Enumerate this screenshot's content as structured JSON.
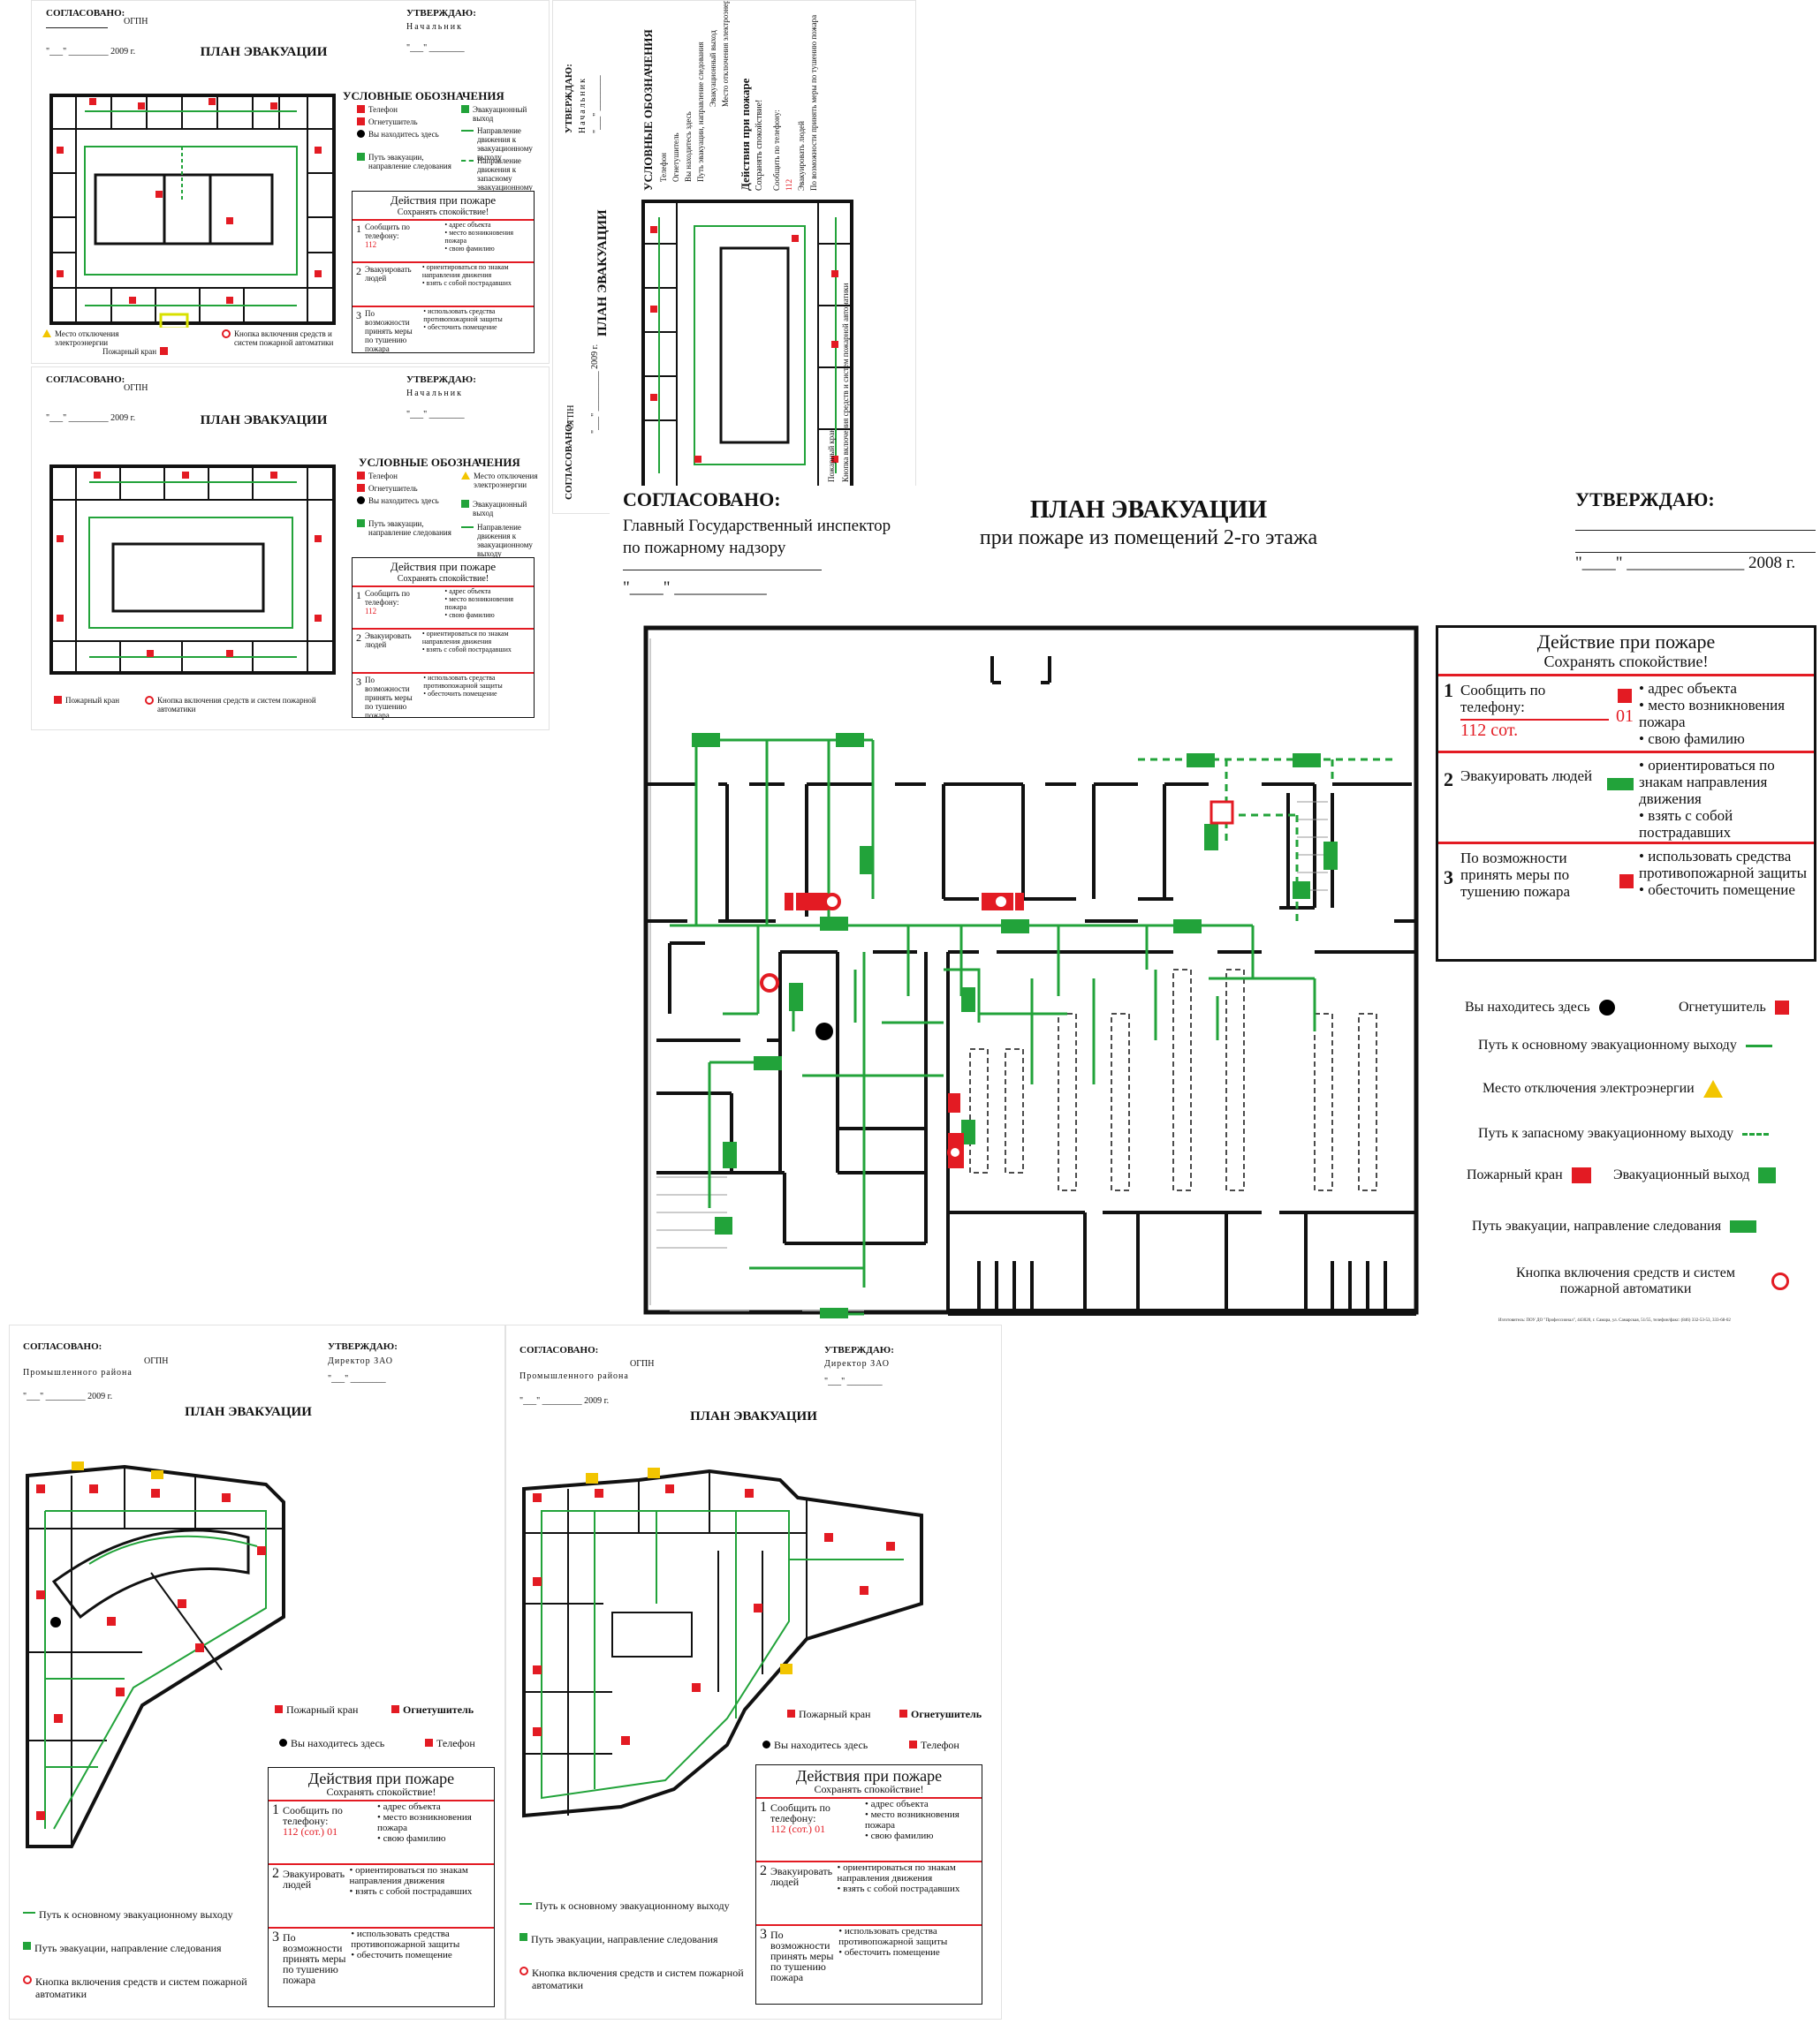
{
  "common": {
    "soglasovano": "СОГЛАСОВАНО:",
    "utverzhdayu": "УТВЕРЖДАЮ:",
    "ogpn": "ОГПН",
    "nachalnik": "Начальник",
    "date_2009": "\"___\" _________ 2009 г.",
    "date_short": "\"___\" ________",
    "plan_title": "ПЛАН ЭВАКУАЦИИ",
    "legend_title": "УСЛОВНЫЕ ОБОЗНАЧЕНИЯ",
    "prom_raiona": "Промышленного района",
    "director": "Директор ЗАО"
  },
  "legend": {
    "telefon": "Телефон",
    "ognetushitel": "Огнетушитель",
    "vy_zdes": "Вы находитесь здесь",
    "put_evak": "Путь эвакуации, направление следования",
    "evak_vyhod": "Эвакуационный выход",
    "napr_osn": "Направление движения к эвакуационному выходу",
    "napr_zap": "Направление движения к запасному эвакуационному выходу",
    "mesto_otkl": "Место отключения электроэнергии",
    "pozh_kran": "Пожарный кран",
    "knopka": "Кнопка включения средств и систем пожарной автоматики"
  },
  "actions": {
    "title": "Действия при пожаре",
    "subtitle": "Сохранять спокойствие!",
    "r1_num": "1",
    "r1_text": "Сообщить по телефону:",
    "r1_phone": "112",
    "r1_b1": "адрес объекта",
    "r1_b2": "место возникновения пожара",
    "r1_b3": "свою фамилию",
    "r2_num": "2",
    "r2_text": "Эвакуировать людей",
    "r2_b1": "ориентироваться по знакам направления движения",
    "r2_b2": "взять с собой пострадавших",
    "r3_num": "3",
    "r3_text": "По возможности принять меры по тушению пожара",
    "r3_b1": "использовать средства противопожарной защиты",
    "r3_b2": "обесточить помещение"
  },
  "big": {
    "soglasovano": "СОГЛАСОВАНО:",
    "inspektor": "Главный Государственный инспектор",
    "nadzor": "по пожарному надзору",
    "date_sign": "\"____\" ___________",
    "title": "ПЛАН ЭВАКУАЦИИ",
    "subtitle": "при пожаре из помещений 2-го этажа",
    "utverzhdayu": "УТВЕРЖДАЮ:",
    "date_2008": "\"____\" ______________ 2008 г.",
    "act_title": "Действие при пожаре",
    "act_sub": "Сохранять спокойствие!",
    "r1_text": "Сообщить по телефону:",
    "r1_phone": "112 сот.",
    "r1_phone2": "01",
    "r1_b1": "адрес объекта",
    "r1_b2": "место возникновения пожара",
    "r1_b3": "свою фамилию",
    "r2_text": "Эвакуировать людей",
    "r2_b1": "ориентироваться по знакам направления движения",
    "r2_b2": "взять с собой пострадавших",
    "r3_text": "По возможности принять меры по тушению пожара",
    "r3_b1": "использовать средства противопожарной защиты",
    "r3_b2": "обесточить помещение",
    "lg_vy": "Вы находитесь здесь",
    "lg_ogn": "Огнетушитель",
    "lg_osn": "Путь к основному эвакуационному выходу",
    "lg_otkl": "Место отключения электроэнергии",
    "lg_zap": "Путь к запасному эвакуационному выходу",
    "lg_kran": "Пожарный кран",
    "lg_vyhod": "Эвакуационный выход",
    "lg_put": "Путь эвакуации, направление следования",
    "lg_knopka": "Кнопка включения средств и систем пожарной автоматики",
    "footer": "Изготовитель: ПОУ ДО \"Профессионал\", 443020, г. Самара, ул. Самарская, 51/55, телефон/факс: (846) 332-53-53, 333-68-02"
  },
  "bottom": {
    "r1_phone": "112 (сот.)",
    "r1_phone2": "01",
    "lg_osn": "Путь к основному эвакуационному выходу",
    "lg_put": "Путь эвакуации, направление следования",
    "lg_knopka": "Кнопка включения средств и систем пожарной автоматики",
    "lg_kran": "Пожарный кран",
    "lg_ogn": "Огнетушитель",
    "lg_vy": "Вы находитесь здесь",
    "lg_tel": "Телефон"
  }
}
